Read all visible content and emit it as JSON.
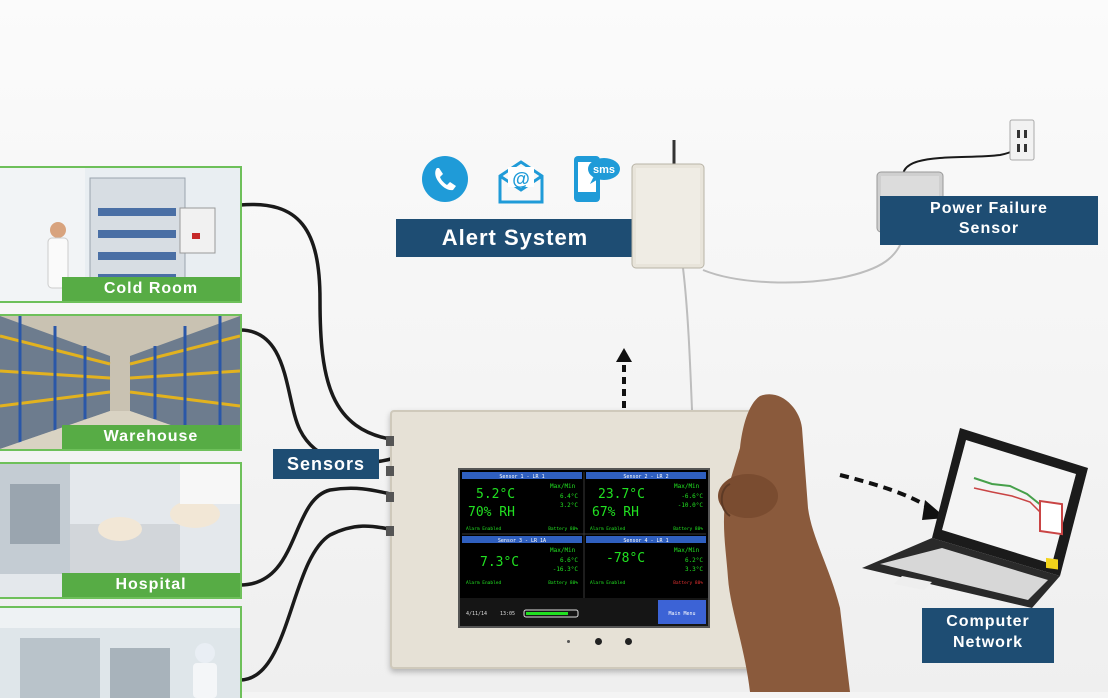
{
  "panels": [
    {
      "label": "Cold Room"
    },
    {
      "label": "Warehouse"
    },
    {
      "label": "Hospital"
    },
    {
      "label": ""
    }
  ],
  "labels": {
    "sensors": "Sensors",
    "alert_system": "Alert System",
    "power_failure_line1": "Power Failure",
    "power_failure_line2": "Sensor",
    "computer_line1": "Computer",
    "computer_line2": "Network"
  },
  "alert_icons": [
    "phone-icon",
    "email-icon",
    "sms-icon"
  ],
  "sms_text": "sms",
  "display": {
    "sensor1_header": "Sensor 1 - LR 1",
    "sensor2_header": "Sensor 2 - LR 2",
    "sensor3_header": "Sensor 3 - LR 1A",
    "sensor4_header": "Sensor 4 - LR 1",
    "s1_temp": "5.2°C",
    "s1_rh": "70% RH",
    "s2_temp": "23.7°C",
    "s2_rh": "67% RH",
    "s3_temp": "7.3°C",
    "s4_temp": "-78°C",
    "maxmin": "Max/Min",
    "s1_max": "6.4°C",
    "s1_min": "3.2°C",
    "s2_max": "-6.6°C",
    "s2_min": "-10.0°C",
    "s3_max": "6.6°C",
    "s3_min": "-16.3°C",
    "s4_max": "6.2°C",
    "s4_min": "3.3°C",
    "alarm_enabled": "Alarm Enabled",
    "battery_ok": "Battery 80%",
    "date": "4/11/14",
    "time": "13:05",
    "main_menu": "Main Menu"
  },
  "colors": {
    "panel_green": "#57ac45",
    "label_navy": "#1e4d73",
    "icon_blue": "#1f9bd8",
    "screen_green": "#21e021"
  }
}
